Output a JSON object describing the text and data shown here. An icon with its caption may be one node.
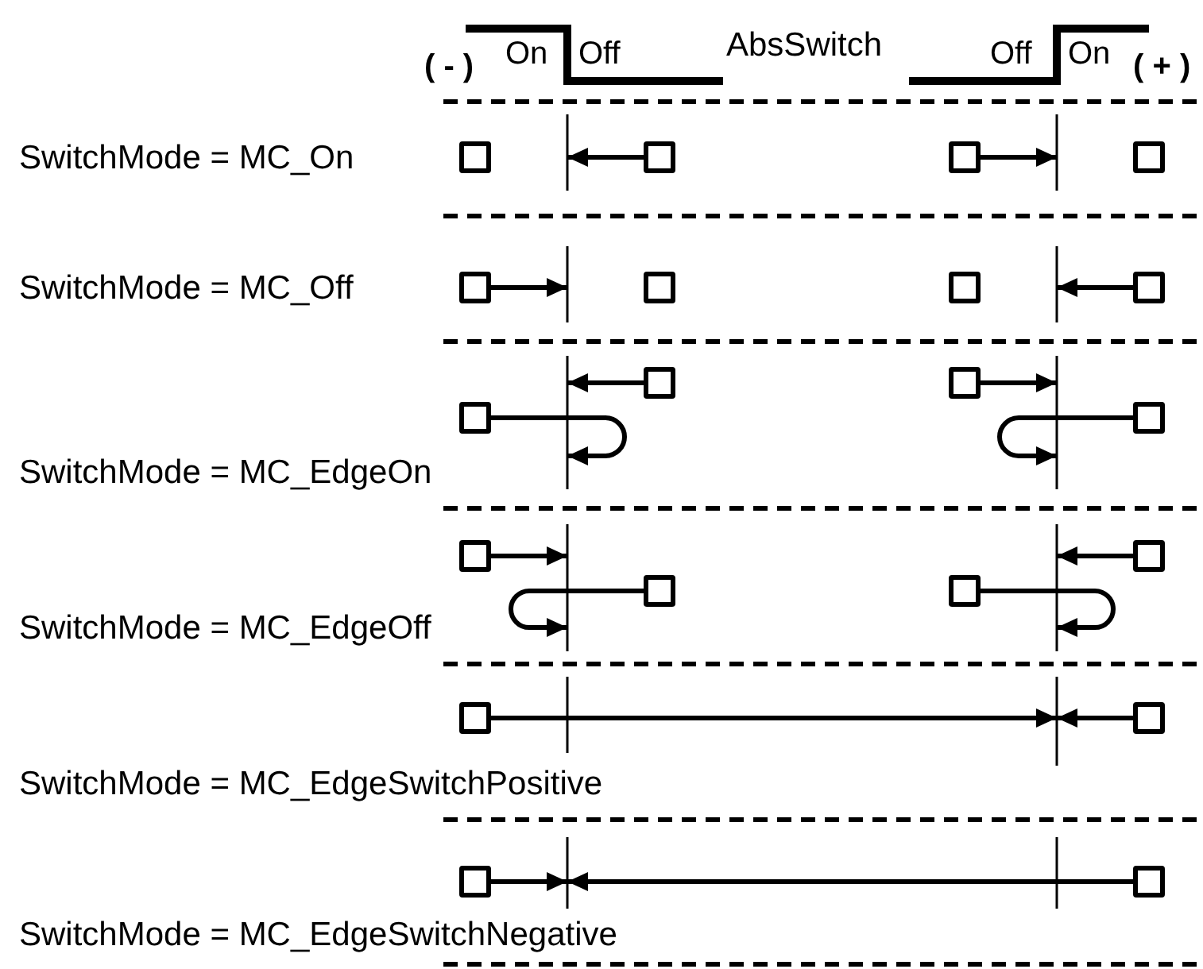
{
  "diagram": {
    "nodes": [
      {
        "text": [],
        "shape": "box"
      },
      {
        "text": [],
        "shape": "box"
      },
      {
        "text": [],
        "shape": "box"
      },
      {
        "text": [],
        "shape": "box"
      },
      {
        "text": [],
        "shape": "box"
      },
      {
        "text": [],
        "shape": "box"
      },
      {
        "text": [],
        "shape": "box"
      },
      {
        "text": [],
        "shape": "box"
      },
      {
        "text": [],
        "shape": "box"
      },
      {
        "text": [],
        "shape": "box"
      },
      {
        "text": [],
        "shape": "box"
      },
      {
        "text": [],
        "shape": "box"
      },
      {
        "text": [],
        "shape": "box"
      },
      {
        "text": [],
        "shape": "box"
      },
      {
        "text": [],
        "shape": "box"
      },
      {
        "text": [],
        "shape": "box"
      },
      {
        "text": [],
        "shape": "box"
      },
      {
        "text": [],
        "shape": "box"
      },
      {
        "text": [],
        "shape": "box"
      },
      {
        "text": [],
        "shape": "box"
      }
    ],
    "edges": [
      {
        "from": 1,
        "to": null,
        "arrow": "to"
      },
      {
        "from": 2,
        "to": null,
        "arrow": "to"
      },
      {
        "from": 4,
        "to": null,
        "arrow": "to"
      },
      {
        "from": 7,
        "to": null,
        "arrow": "to"
      },
      {
        "from": 9,
        "to": null,
        "arrow": "to"
      },
      {
        "from": 8,
        "to": null,
        "arrow": "to"
      },
      {
        "from": 10,
        "to": null,
        "arrow": "to"
      },
      {
        "from": 11,
        "to": null,
        "arrow": "to"
      },
      {
        "from": 12,
        "to": null,
        "arrow": "to"
      },
      {
        "from": 13,
        "to": null,
        "arrow": "to"
      },
      {
        "from": 15,
        "to": null,
        "arrow": "to"
      },
      {
        "from": 14,
        "to": null,
        "arrow": "to"
      },
      {
        "from": 16,
        "to": null,
        "arrow": "to"
      },
      {
        "from": 17,
        "to": null,
        "arrow": "to"
      },
      {
        "from": 18,
        "to": null,
        "arrow": "to"
      },
      {
        "from": 19,
        "to": null,
        "arrow": "to"
      }
    ],
    "labels": [
      "( - )",
      "On",
      "Off",
      "AbsSwitch",
      "Off",
      "On",
      "( + )",
      "SwitchMode = MC_On",
      "SwitchMode = MC_Off",
      "SwitchMode = MC_EdgeOn",
      "SwitchMode = MC_EdgeOff",
      "SwitchMode = MC_EdgeSwitchPositive",
      "SwitchMode = MC_EdgeSwitchNegative"
    ]
  }
}
